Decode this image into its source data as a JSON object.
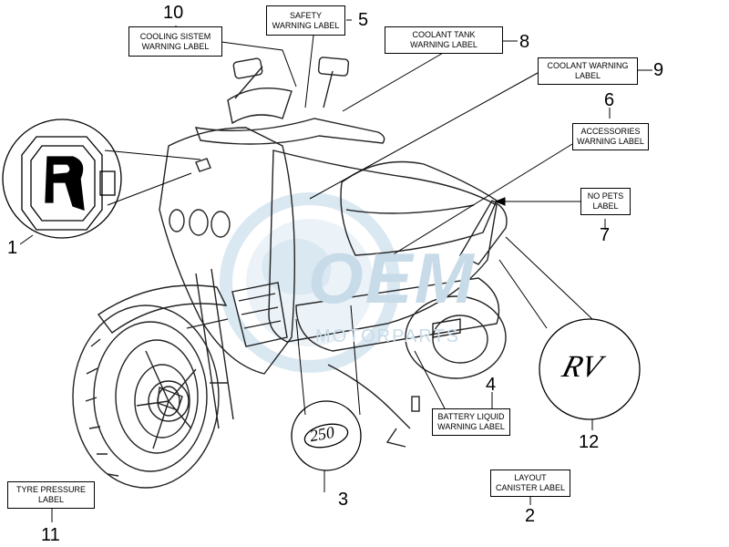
{
  "labels": [
    {
      "number": "1",
      "lines": []
    },
    {
      "number": "2",
      "lines": [
        "LAYOUT",
        "CANISTER LABEL"
      ]
    },
    {
      "number": "3",
      "lines": []
    },
    {
      "number": "4",
      "lines": [
        "BATTERY LIQUID",
        "WARNING LABEL"
      ]
    },
    {
      "number": "5",
      "lines": [
        "SAFETY",
        "WARNING LABEL"
      ]
    },
    {
      "number": "6",
      "lines": [
        "ACCESSORIES",
        "WARNING LABEL"
      ]
    },
    {
      "number": "7",
      "lines": [
        "NO PETS",
        "LABEL"
      ]
    },
    {
      "number": "8",
      "lines": [
        "COOLANT TANK",
        "WARNING LABEL"
      ]
    },
    {
      "number": "9",
      "lines": [
        "COOLANT WARNING",
        "LABEL"
      ]
    },
    {
      "number": "10",
      "lines": [
        "COOLING SISTEM",
        "WARNING LABEL"
      ]
    },
    {
      "number": "11",
      "lines": [
        "TYRE PRESSURE",
        "LABEL"
      ]
    },
    {
      "number": "12",
      "lines": []
    }
  ],
  "badges": {
    "model_badge": "250",
    "rv_badge": "RV"
  },
  "watermark": {
    "brand": "OEM",
    "sub": "MOTORPARTS"
  }
}
